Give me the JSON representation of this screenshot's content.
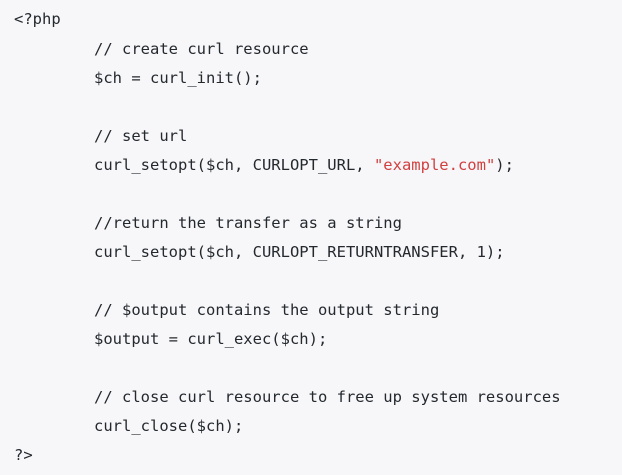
{
  "code": {
    "open_tag": "<?php",
    "comment_create": "// create curl resource",
    "line_init": "$ch = curl_init();",
    "comment_url": "// set url",
    "line_url_prefix": "curl_setopt($ch, CURLOPT_URL, ",
    "line_url_string": "\"example.com\"",
    "line_url_suffix": ");",
    "comment_return": "//return the transfer as a string",
    "line_return": "curl_setopt($ch, CURLOPT_RETURNTRANSFER, 1);",
    "comment_output": "// $output contains the output string",
    "line_exec": "$output = curl_exec($ch);",
    "comment_close": "// close curl resource to free up system resources",
    "line_close": "curl_close($ch);",
    "close_tag": "?>"
  },
  "colors": {
    "background": "#f7f7f9",
    "text": "#24292e",
    "string": "#d14040"
  }
}
